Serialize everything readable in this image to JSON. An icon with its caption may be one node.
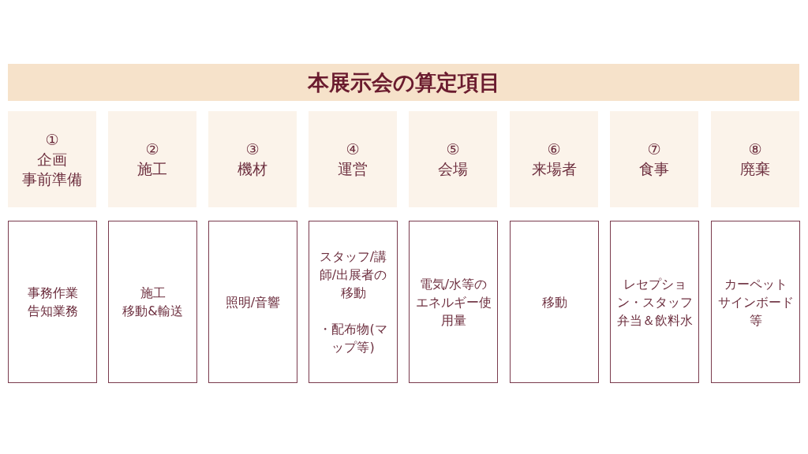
{
  "diagram": {
    "title": "本展示会の算定項目",
    "nodes": [
      {
        "text": [
          "①",
          "企画",
          "事前準備"
        ]
      },
      {
        "text": [
          "②",
          "施工"
        ]
      },
      {
        "text": [
          "③",
          "機材"
        ]
      },
      {
        "text": [
          "④",
          "運営"
        ]
      },
      {
        "text": [
          "⑤",
          "会場"
        ]
      },
      {
        "text": [
          "⑥",
          "来場者"
        ]
      },
      {
        "text": [
          "⑦",
          "食事"
        ]
      },
      {
        "text": [
          "⑧",
          "廃棄"
        ]
      },
      {
        "text": [
          "事務作業",
          "告知業務"
        ]
      },
      {
        "text": [
          "施工",
          "移動&輸送"
        ]
      },
      {
        "text": [
          "照明/音響"
        ]
      },
      {
        "text": [
          "スタッフ/講師/出展者の移動",
          "・配布物(マップ等)"
        ]
      },
      {
        "text": [
          "電気/水等のエネルギー使用量"
        ]
      },
      {
        "text": [
          "移動"
        ]
      },
      {
        "text": [
          "レセプション・スタッフ弁当＆飲料水"
        ]
      },
      {
        "text": [
          "カーペット",
          "サインボード等"
        ]
      }
    ],
    "edges": []
  }
}
